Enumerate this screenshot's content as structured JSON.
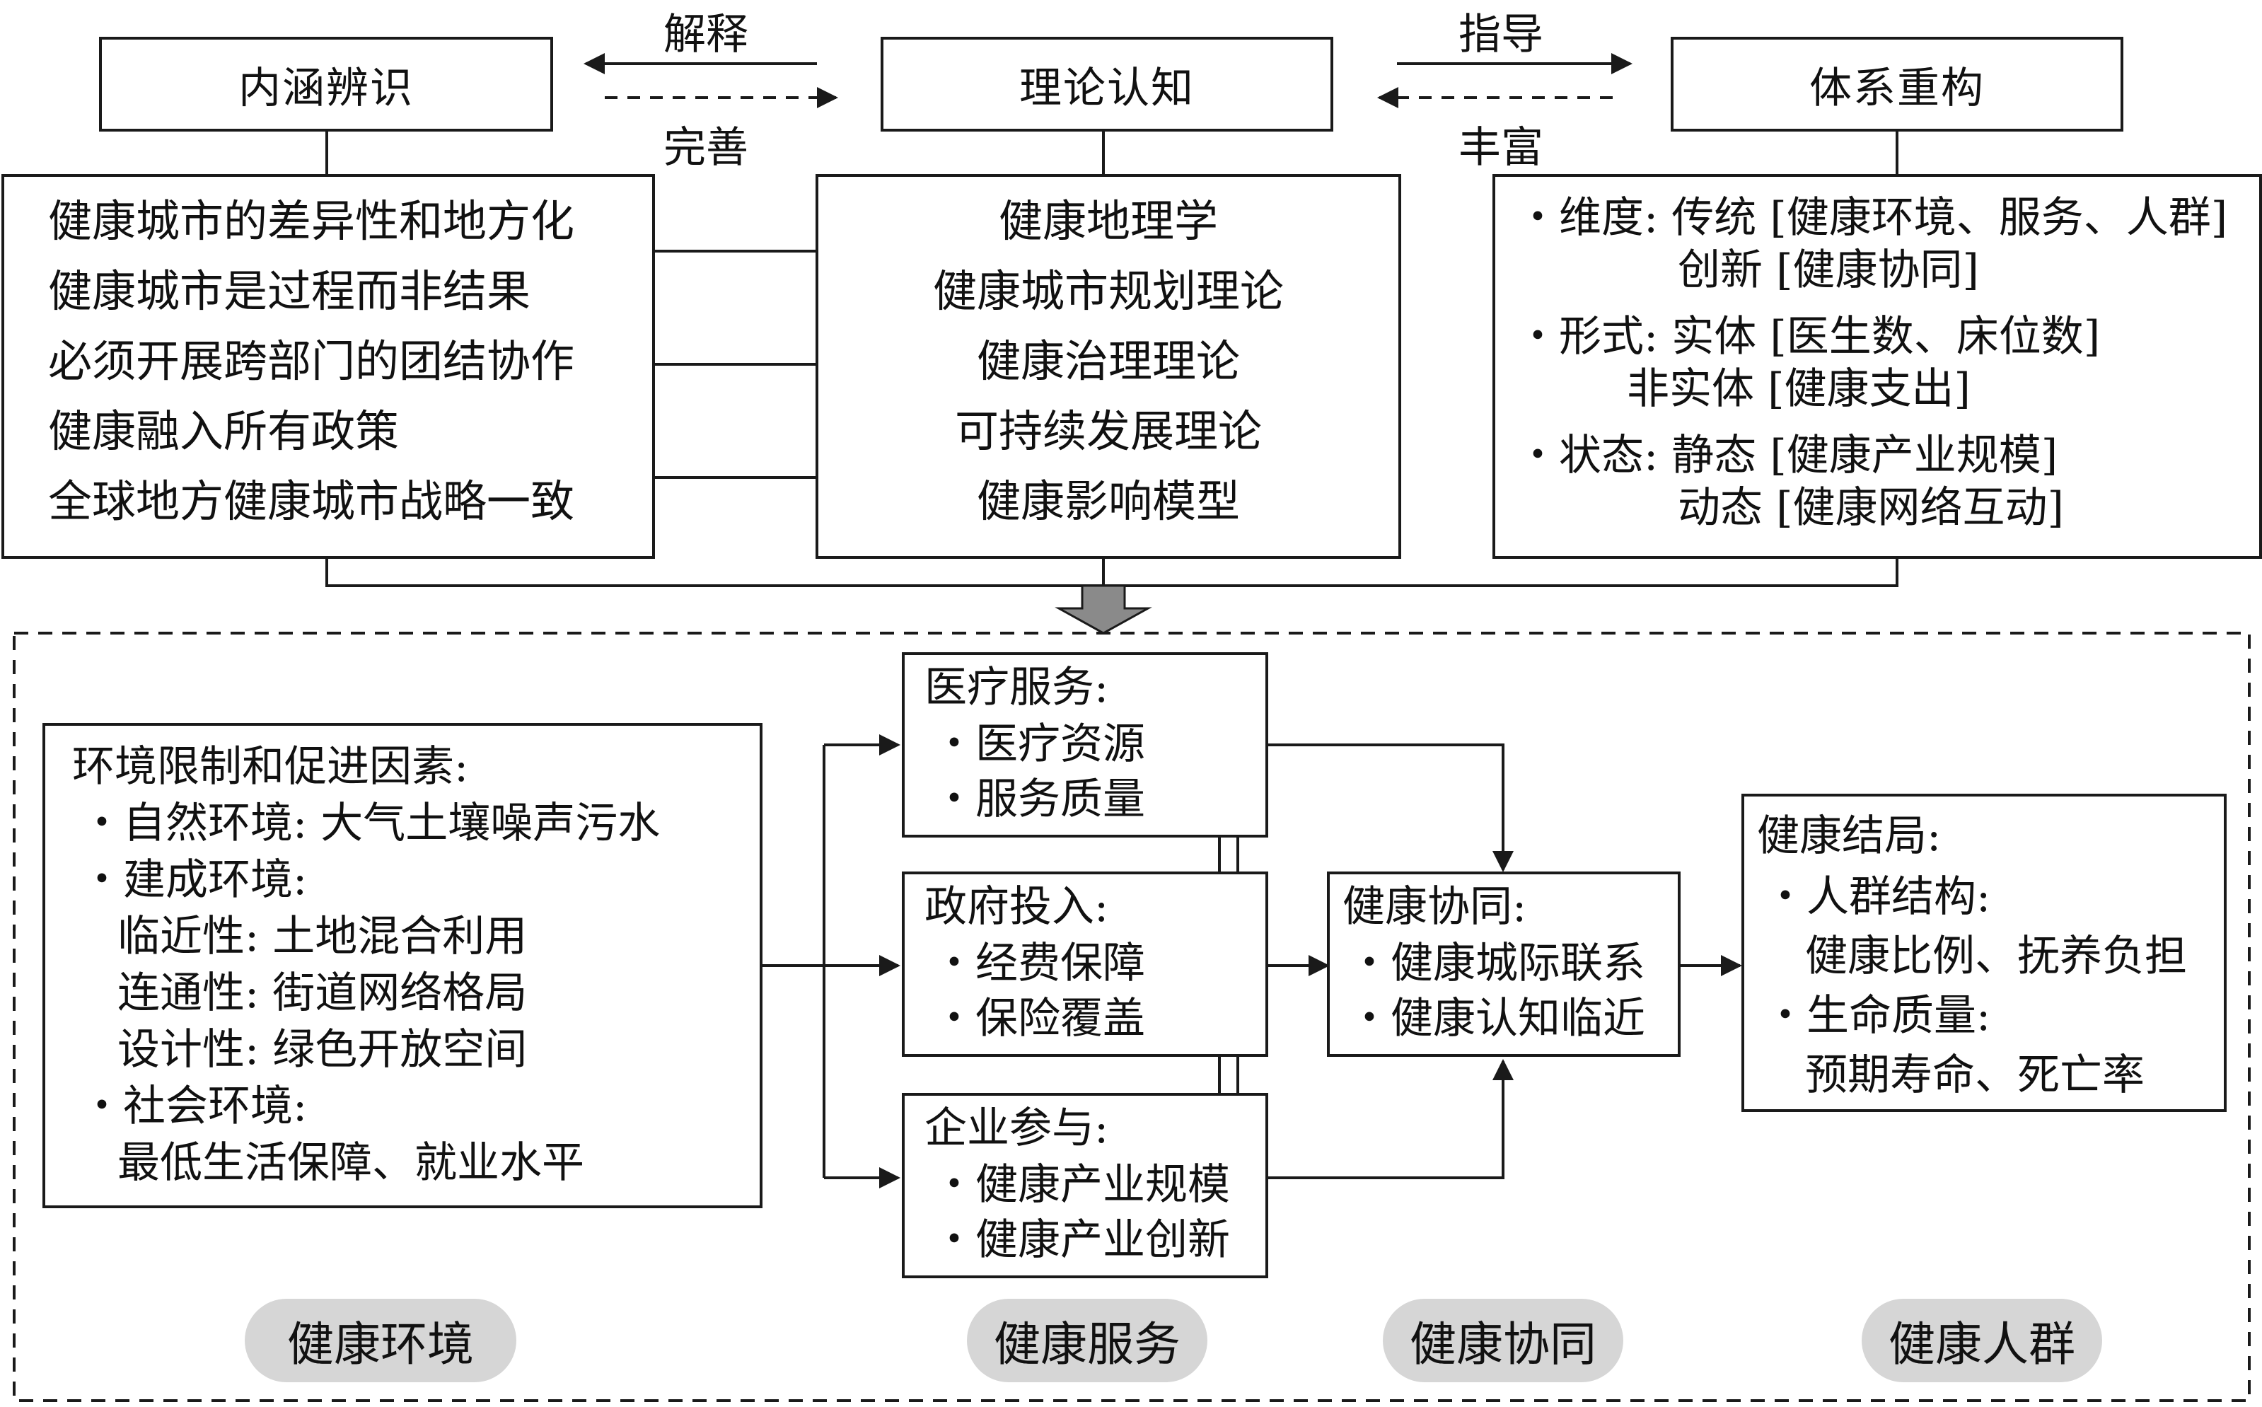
{
  "top": {
    "connotation": "内涵辨识",
    "theory": "理论认知",
    "system": "体系重构"
  },
  "relations": {
    "explain": "解释",
    "improve": "完善",
    "guide": "指导",
    "enrich": "丰富"
  },
  "connotation_items": [
    "健康城市的差异性和地方化",
    "健康城市是过程而非结果",
    "必须开展跨部门的团结协作",
    "健康融入所有政策",
    "全球地方健康城市战略一致"
  ],
  "theory_items": [
    "健康地理学",
    "健康城市规划理论",
    "健康治理理论",
    "可持续发展理论",
    "健康影响模型"
  ],
  "system_lines": [
    "・维度: 传统 [健康环境、服务、人群]",
    "创新 [健康协同]",
    "・形式: 实体 [医生数、床位数]",
    "非实体 [健康支出]",
    "・状态: 静态 [健康产业规模]",
    "动态 [健康网络互动]"
  ],
  "environment": {
    "title": "环境限制和促进因素:",
    "lines": [
      "・自然环境: 大气土壤噪声污水",
      "・建成环境:",
      "临近性: 土地混合利用",
      "连通性: 街道网络格局",
      "设计性: 绿色开放空间",
      "・社会环境:",
      "最低生活保障、就业水平"
    ]
  },
  "medical": {
    "title": "医疗服务:",
    "lines": [
      "・医疗资源",
      "・服务质量"
    ]
  },
  "government": {
    "title": "政府投入:",
    "lines": [
      "・经费保障",
      "・保险覆盖"
    ]
  },
  "enterprise": {
    "title": "企业参与:",
    "lines": [
      "・健康产业规模",
      "・健康产业创新"
    ]
  },
  "synergy": {
    "title": "健康协同:",
    "lines": [
      "・健康城际联系",
      "・健康认知临近"
    ]
  },
  "outcome": {
    "title": "健康结局:",
    "lines": [
      "・人群结构:",
      "健康比例、抚养负担",
      "・生命质量:",
      "预期寿命、死亡率"
    ]
  },
  "categories": [
    "健康环境",
    "健康服务",
    "健康协同",
    "健康人群"
  ]
}
